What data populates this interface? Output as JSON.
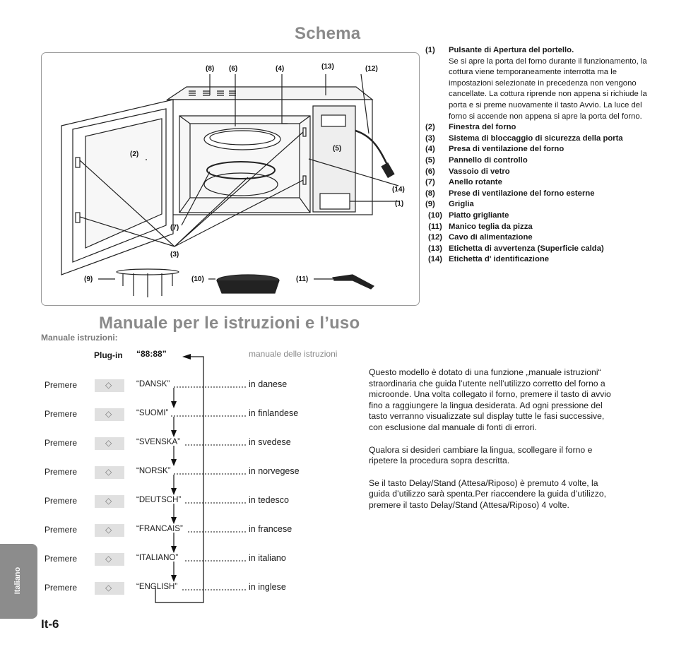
{
  "schema": {
    "title": "Schema",
    "callouts": [
      "(8)",
      "(6)",
      "(4)",
      "(13)",
      "(12)",
      "(2)",
      "(5)",
      "(14)",
      "(1)",
      "(7)",
      "(3)",
      "(9)",
      "(10)",
      "(11)"
    ],
    "legend": [
      {
        "num": "(1)",
        "label": "Pulsante di Apertura del portello.",
        "desc": "Se si apre la porta del forno durante il funzionamento, la cottura viene temporaneamente interrotta ma le impostazioni selezionate in precedenza non vengono cancellate. La cottura riprende non appena si richiude la porta e si preme nuovamente il tasto Avvio. La luce del forno si accende non appena si apre la porta del forno."
      },
      {
        "num": "(2)",
        "label": "Finestra del forno"
      },
      {
        "num": "(3)",
        "label": "Sistema di bloccaggio di sicurezza della porta"
      },
      {
        "num": "(4)",
        "label": "Presa di ventilazione del forno"
      },
      {
        "num": "(5)",
        "label": "Pannello di controllo"
      },
      {
        "num": "(6)",
        "label": "Vassoio di vetro"
      },
      {
        "num": "(7)",
        "label": "Anello rotante"
      },
      {
        "num": "(8)",
        "label": "Prese di ventilazione del forno esterne"
      },
      {
        "num": "(9)",
        "label": "Griglia"
      },
      {
        "num": "(10)",
        "label": "Piatto grigliante"
      },
      {
        "num": "(11)",
        "label": "Manico teglia da pizza"
      },
      {
        "num": "(12)",
        "label": "Cavo di alimentazione"
      },
      {
        "num": "(13)",
        "label": "Etichetta di avvertenza (Superficie calda)"
      },
      {
        "num": "(14)",
        "label": "Etichetta d' identificazione"
      }
    ]
  },
  "manual": {
    "title": "Manuale per le istruzioni e l’uso",
    "subtitle": "Manuale istruzioni:",
    "plugin_label": "Plug-in",
    "initial_display": "“88:88”",
    "column_header": "manuale delle istruzioni",
    "press_label": "Premere",
    "steps": [
      {
        "display": "“DANSK”",
        "language": "in danese"
      },
      {
        "display": "“SUOMI”",
        "language": "in finlandese"
      },
      {
        "display": "“SVENSKA”",
        "language": "in svedese"
      },
      {
        "display": "“NORSK”",
        "language": "in norvegese"
      },
      {
        "display": "“DEUTSCH”",
        "language": "in tedesco"
      },
      {
        "display": "“FRANCAIS”",
        "language": "in francese"
      },
      {
        "display": "“ITALIANO”",
        "language": "in italiano"
      },
      {
        "display": "“ENGLISH”",
        "language": "in inglese"
      }
    ],
    "paragraphs": [
      "Questo modello è dotato di una funzione „manuale istruzioni“ straordinaria che guida l’utente nell’utilizzo corretto del forno a microonde. Una volta collegato il forno, premere il tasto di avvio fino a raggiungere la lingua desiderata. Ad ogni pressione del tasto verranno visualizzate sul display tutte le fasi successive, con esclusione dal manuale di fonti di errori.",
      "Qualora si desideri cambiare la lingua, scollegare il forno e ripetere la procedura sopra descritta.",
      "Se il tasto Delay/Stand (Attesa/Riposo) è premuto 4 volte, la guida d’utilizzo sarà spenta.Per riaccendere la guida d’utilizzo, premere il tasto Delay/Stand (Attesa/Riposo) 4 volte."
    ]
  },
  "footer": {
    "side_tab": "Italiano",
    "page_number": "It-6"
  }
}
